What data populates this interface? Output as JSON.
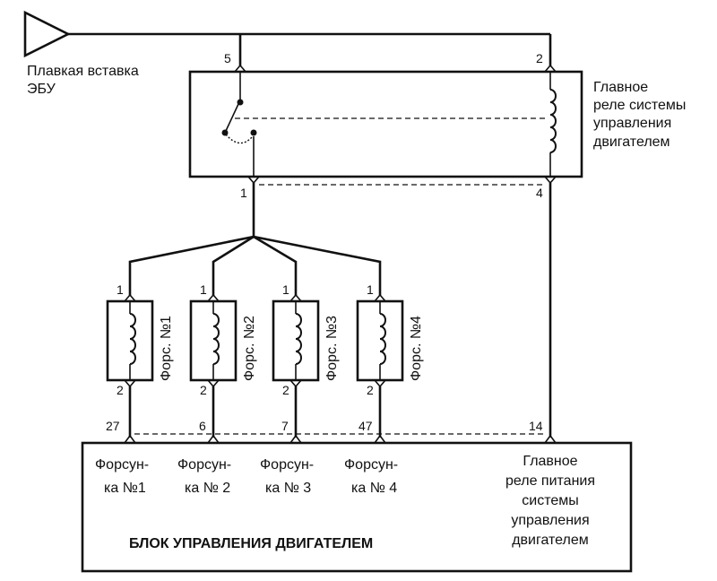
{
  "fuse": {
    "label_line1": "Плавкая вставка",
    "label_line2": "ЭБУ"
  },
  "main_relay": {
    "label_lines": [
      "Главное",
      "реле системы",
      "управления",
      "двигателем"
    ],
    "pins": {
      "top_left": "5",
      "top_right": "2",
      "bottom_left": "1",
      "bottom_right": "4"
    }
  },
  "injectors": [
    {
      "label": "Форс. №1",
      "pin_top": "1",
      "pin_bottom": "2",
      "ecu_pin": "27"
    },
    {
      "label": "Форс. №2",
      "pin_top": "1",
      "pin_bottom": "2",
      "ecu_pin": "6"
    },
    {
      "label": "Форс. №3",
      "pin_top": "1",
      "pin_bottom": "2",
      "ecu_pin": "7"
    },
    {
      "label": "Форс. №4",
      "pin_top": "1",
      "pin_bottom": "2",
      "ecu_pin": "47"
    }
  ],
  "ecu": {
    "title": "БЛОК УПРАВЛЕНИЯ ДВИГАТЕЛЕМ",
    "relay_pin": "14",
    "injector_labels": [
      {
        "line1": "Форсун-",
        "line2": "ка №1"
      },
      {
        "line1": "Форсун-",
        "line2": "ка № 2"
      },
      {
        "line1": "Форсун-",
        "line2": "ка № 3"
      },
      {
        "line1": "Форсун-",
        "line2": "ка № 4"
      }
    ],
    "relay_label_lines": [
      "Главное",
      "реле питания",
      "системы",
      "управления",
      "двигателем"
    ]
  }
}
